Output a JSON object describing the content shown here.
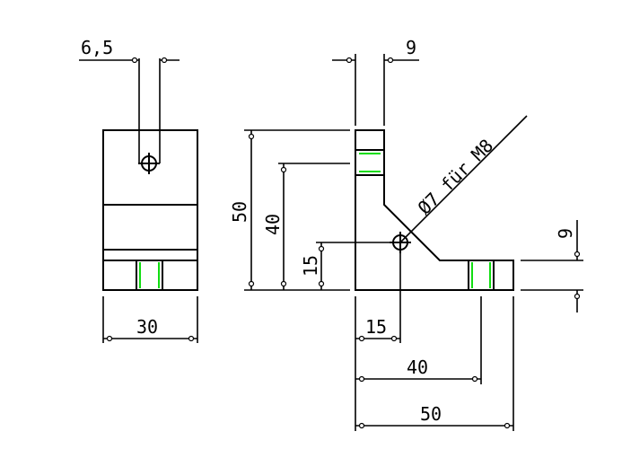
{
  "dimensions": {
    "left_hole_spacing": "6,5",
    "left_width": "30",
    "top_gap": "9",
    "height_total": "50",
    "height_inner": "40",
    "hole_height": "15",
    "hole_label": "Ø7 für M8",
    "right_gap": "9",
    "bottom_15": "15",
    "bottom_40": "40",
    "bottom_50": "50"
  },
  "colors": {
    "line": "#000000",
    "thread": "#11dd11"
  }
}
